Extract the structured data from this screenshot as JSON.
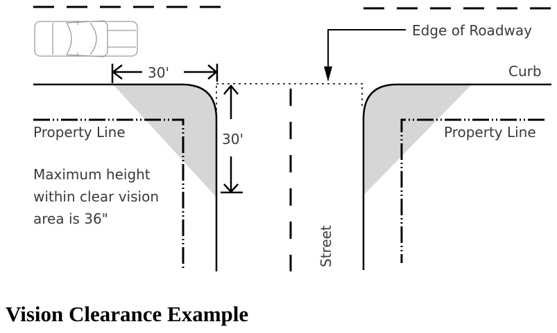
{
  "diagram": {
    "labels": {
      "edge_of_roadway": "Edge of Roadway",
      "curb": "Curb",
      "property_line_left": "Property Line",
      "property_line_right": "Property Line",
      "dimension_horizontal": "30'",
      "dimension_vertical": "30'",
      "note_line1": "Maximum height",
      "note_line2": "within clear vision",
      "note_line3": "area is 36\"",
      "street": "Street"
    },
    "colors": {
      "clear_vision_area": "#d6d6d6",
      "line": "#000000",
      "vehicle": "#9a9a9a"
    },
    "icons": {
      "vehicle": "pickup-truck-icon"
    }
  },
  "caption": "Vision Clearance Example"
}
